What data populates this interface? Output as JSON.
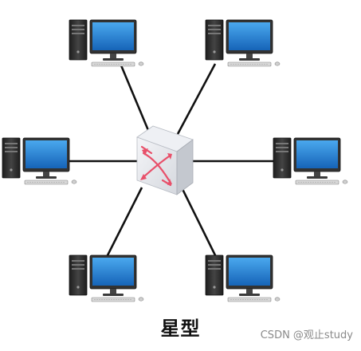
{
  "diagram": {
    "caption": "星型",
    "watermark": "CSDN @观止study",
    "hub": {
      "label": "",
      "icon": "switch-icon"
    },
    "nodes": [
      {
        "id": "pc-top-left",
        "icon": "computer-icon"
      },
      {
        "id": "pc-top-right",
        "icon": "computer-icon"
      },
      {
        "id": "pc-middle-left",
        "icon": "computer-icon"
      },
      {
        "id": "pc-middle-right",
        "icon": "computer-icon"
      },
      {
        "id": "pc-bottom-left",
        "icon": "computer-icon"
      },
      {
        "id": "pc-bottom-right",
        "icon": "computer-icon"
      }
    ],
    "colors": {
      "link": "#111111",
      "screen": "#1f7fd0",
      "tower": "#2e2e2e",
      "switch_arrow": "#e8506a"
    }
  }
}
